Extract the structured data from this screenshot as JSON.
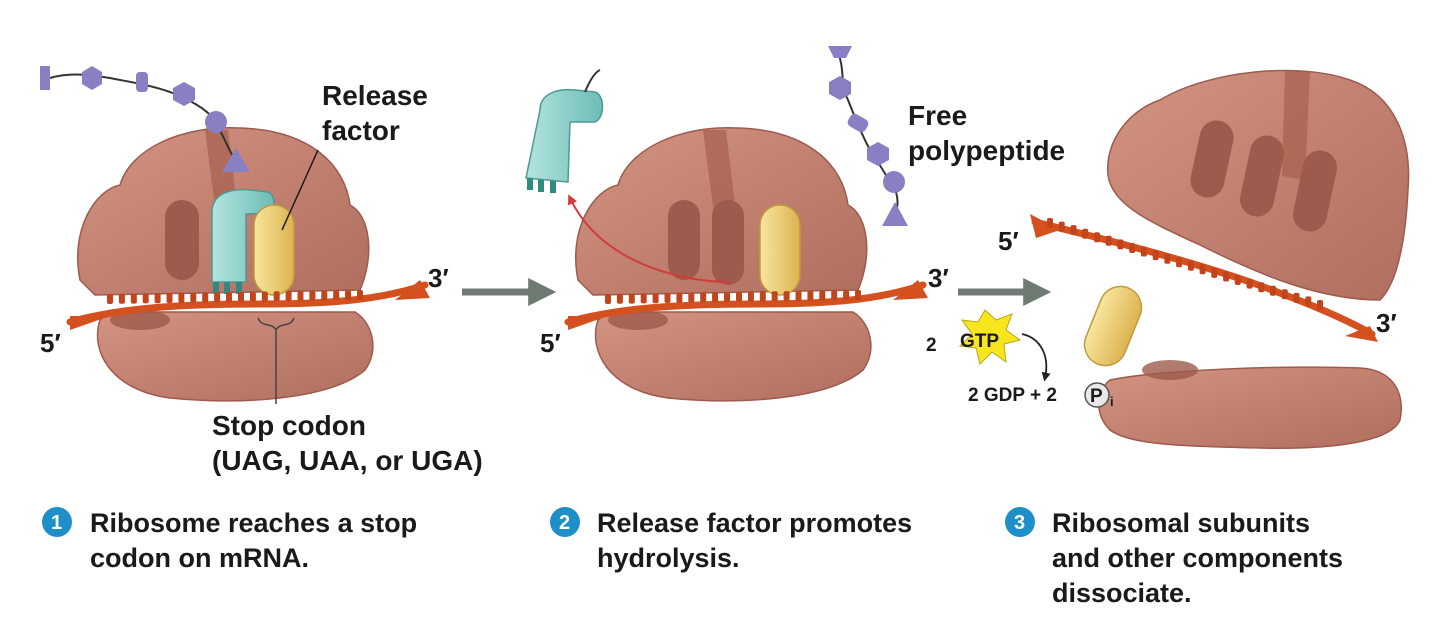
{
  "labels": {
    "release_factor_1": "Release",
    "release_factor_2": "factor",
    "free_polypeptide_1": "Free",
    "free_polypeptide_2": "polypeptide",
    "stop_codon_1": "Stop codon",
    "stop_codon_2": "(UAG, UAA, or UGA)",
    "gtp_count": "2",
    "gtp": "GTP",
    "gdp_text": "2 GDP + 2",
    "p_symbol": "P",
    "p_subscript": "i"
  },
  "ends": {
    "five_prime": "5′",
    "three_prime": "3′"
  },
  "steps": [
    {
      "number": "1",
      "line1": "Ribosome reaches a stop",
      "line2": "codon on mRNA.",
      "line3": ""
    },
    {
      "number": "2",
      "line1": "Release factor promotes",
      "line2": "hydrolysis.",
      "line3": ""
    },
    {
      "number": "3",
      "line1": "Ribosomal subunits",
      "line2": "and other components",
      "line3": "dissociate."
    }
  ],
  "colors": {
    "ribosome": "#c47e6e",
    "ribosome_dark": "#9e5a4c",
    "ribosome_light": "#dba597",
    "mrna": "#d4501f",
    "trna": "#8fd1cc",
    "release_factor": "#f3d27a",
    "polypeptide": "#8b7fc4",
    "step_badge": "#1e8fc8",
    "gtp_star": "#f7e51e",
    "arrow_gray": "#6f7a72",
    "arrow_red": "#d23a3a"
  }
}
